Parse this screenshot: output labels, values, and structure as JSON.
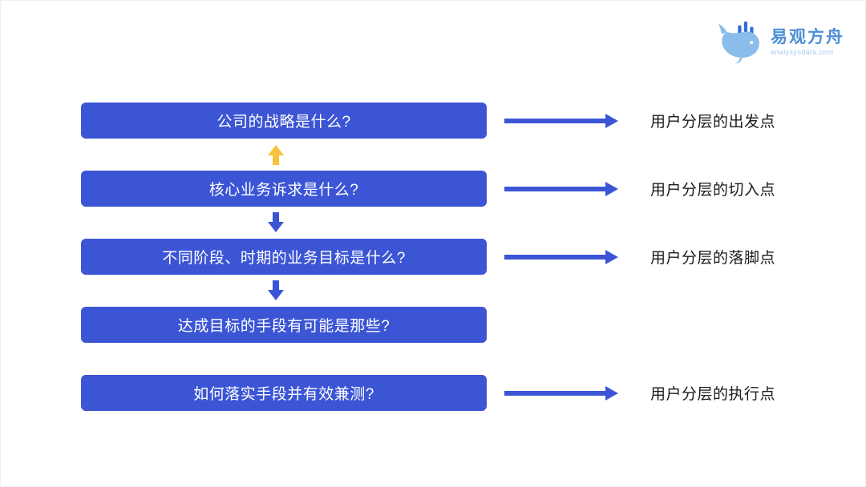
{
  "logo": {
    "brand": "易观方舟",
    "domain": "analysysdata.com"
  },
  "rows": [
    {
      "box": "公司的战略是什么?",
      "annotation": "用户分层的出发点"
    },
    {
      "box": "核心业务诉求是什么?",
      "annotation": "用户分层的切入点"
    },
    {
      "box": "不同阶段、时期的业务目标是什么?",
      "annotation": "用户分层的落脚点"
    },
    {
      "box": "达成目标的手段有可能是那些?"
    },
    {
      "box": "如何落实手段并有效兼测?",
      "annotation": "用户分层的执行点"
    }
  ],
  "connectors": [
    {
      "position": "between-box-1-and-2",
      "direction": "up",
      "color": "#F7C33C"
    },
    {
      "position": "between-box-2-and-3",
      "direction": "down",
      "color": "#3C55D5"
    },
    {
      "position": "between-box-3-and-4",
      "direction": "down",
      "color": "#3C55D5"
    }
  ],
  "colors": {
    "box_blue": "#3C55D5",
    "arrow_blue": "#3C55D5",
    "arrow_yellow": "#F7C33C",
    "annotation_dark": "#1A1A1A",
    "brand_blue": "#4D8FD8",
    "domain_blue": "#A9CBEC",
    "whale_light": "#8BBDEB",
    "whale_bars": "#2F6FD3"
  }
}
